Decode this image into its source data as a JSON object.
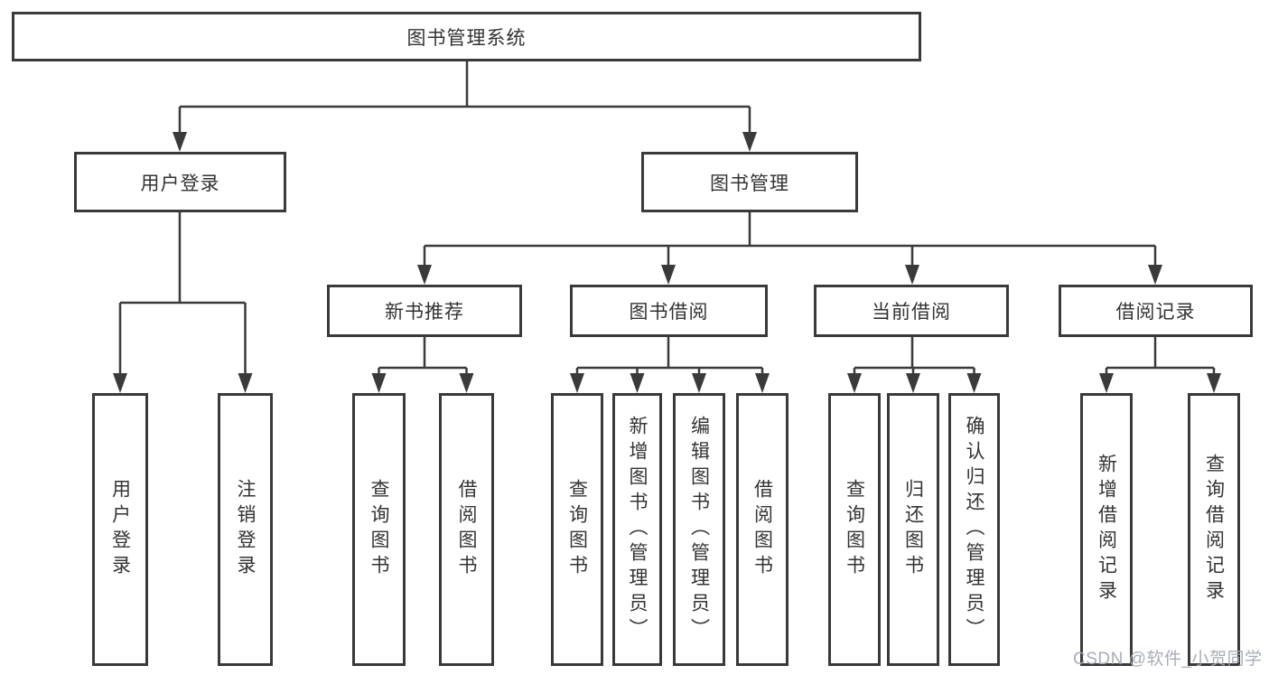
{
  "tree": {
    "label": "图书管理系统",
    "children": [
      {
        "label": "用户登录",
        "children": [
          {
            "label": "用户登录"
          },
          {
            "label": "注销登录"
          }
        ]
      },
      {
        "label": "图书管理",
        "children": [
          {
            "label": "新书推荐",
            "children": [
              {
                "label": "查询图书"
              },
              {
                "label": "借阅图书"
              }
            ]
          },
          {
            "label": "图书借阅",
            "children": [
              {
                "label": "查询图书"
              },
              {
                "label": "新增图书（管理员）"
              },
              {
                "label": "编辑图书（管理员）"
              },
              {
                "label": "借阅图书"
              }
            ]
          },
          {
            "label": "当前借阅",
            "children": [
              {
                "label": "查询图书"
              },
              {
                "label": "归还图书"
              },
              {
                "label": "确认归还（管理员）"
              }
            ]
          },
          {
            "label": "借阅记录",
            "children": [
              {
                "label": "新增借阅记录"
              },
              {
                "label": "查询借阅记录"
              }
            ]
          }
        ]
      }
    ]
  },
  "colors": {
    "line": "#3a3a3a",
    "text": "#333333",
    "background": "#ffffff",
    "watermark": "#a4a9b3"
  },
  "watermark": "CSDN @软件_小贺同学"
}
